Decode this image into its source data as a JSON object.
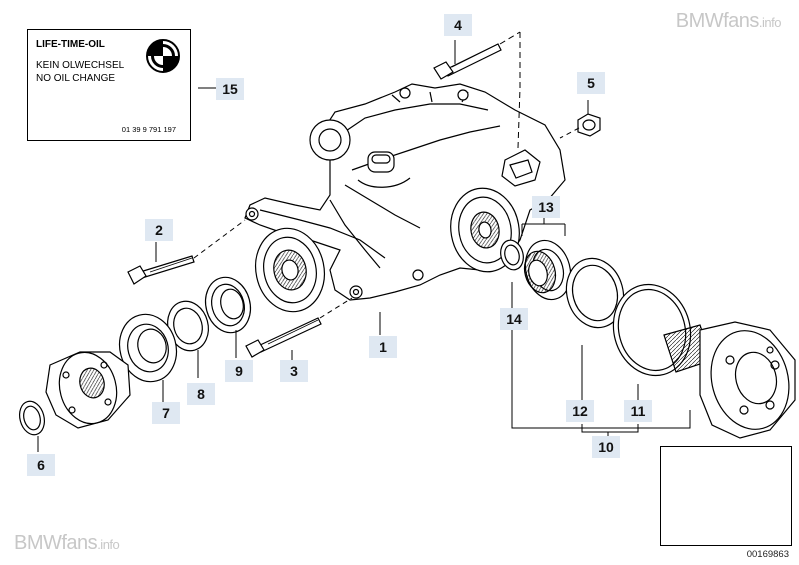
{
  "watermarks": {
    "top": {
      "brand": "BMWfans",
      "suffix": ".info"
    },
    "bottom": {
      "brand": "BMWfans",
      "suffix": ".info"
    }
  },
  "oil_label": {
    "line1": "LIFE-TIME-OIL",
    "line2": "KEIN OLWECHSEL",
    "line3": "NO OIL CHANGE",
    "part_number": "01 39 9 791 197"
  },
  "callouts": [
    "1",
    "2",
    "3",
    "4",
    "5",
    "6",
    "7",
    "8",
    "9",
    "10",
    "11",
    "12",
    "13",
    "14",
    "15"
  ],
  "diagram_code": "00169863",
  "colors": {
    "callout_bg": "#dfe8f2",
    "line": "#000000"
  }
}
